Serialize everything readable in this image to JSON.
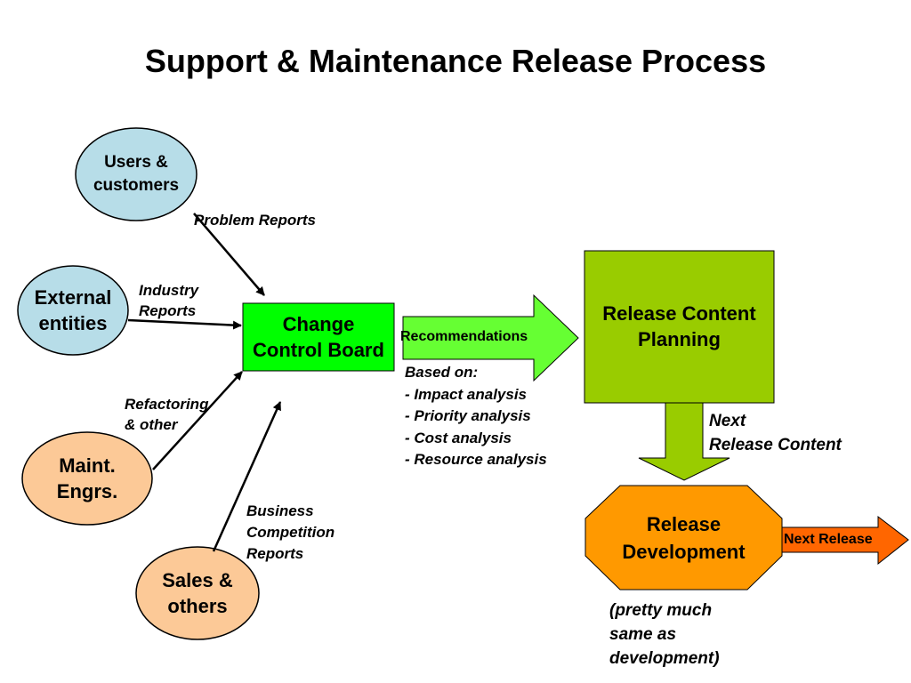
{
  "title": "Support & Maintenance Release Process",
  "colors": {
    "oval_blue": "#b7dde8",
    "oval_peach": "#fcc997",
    "ccb_green": "#00ff00",
    "arrow_green": "#66ff33",
    "planning_green": "#99cc00",
    "down_arrow": "#99cc00",
    "dev_orange": "#ff9900",
    "next_arrow": "#ff6600"
  },
  "nodes": {
    "users": "Users &\ncustomers",
    "external": "External\nentities",
    "maint": "Maint.\nEngrs.",
    "sales": "Sales &\nothers",
    "ccb": "Change\nControl Board",
    "planning": "Release Content\nPlanning",
    "development": "Release\nDevelopment"
  },
  "edge_labels": {
    "problem_reports": "Problem Reports",
    "industry_reports": "Industry\n Reports",
    "refactoring": "Refactoring\n& other",
    "business": "Business\nCompetition\nReports",
    "recommendations": "Recommendations",
    "based_on": "Based on:\n- Impact analysis\n- Priority analysis\n- Cost analysis\n- Resource analysis",
    "next_content": "Next\nRelease Content",
    "next_release": "Next Release",
    "dev_note": "(pretty much\nsame as\ndevelopment)"
  }
}
